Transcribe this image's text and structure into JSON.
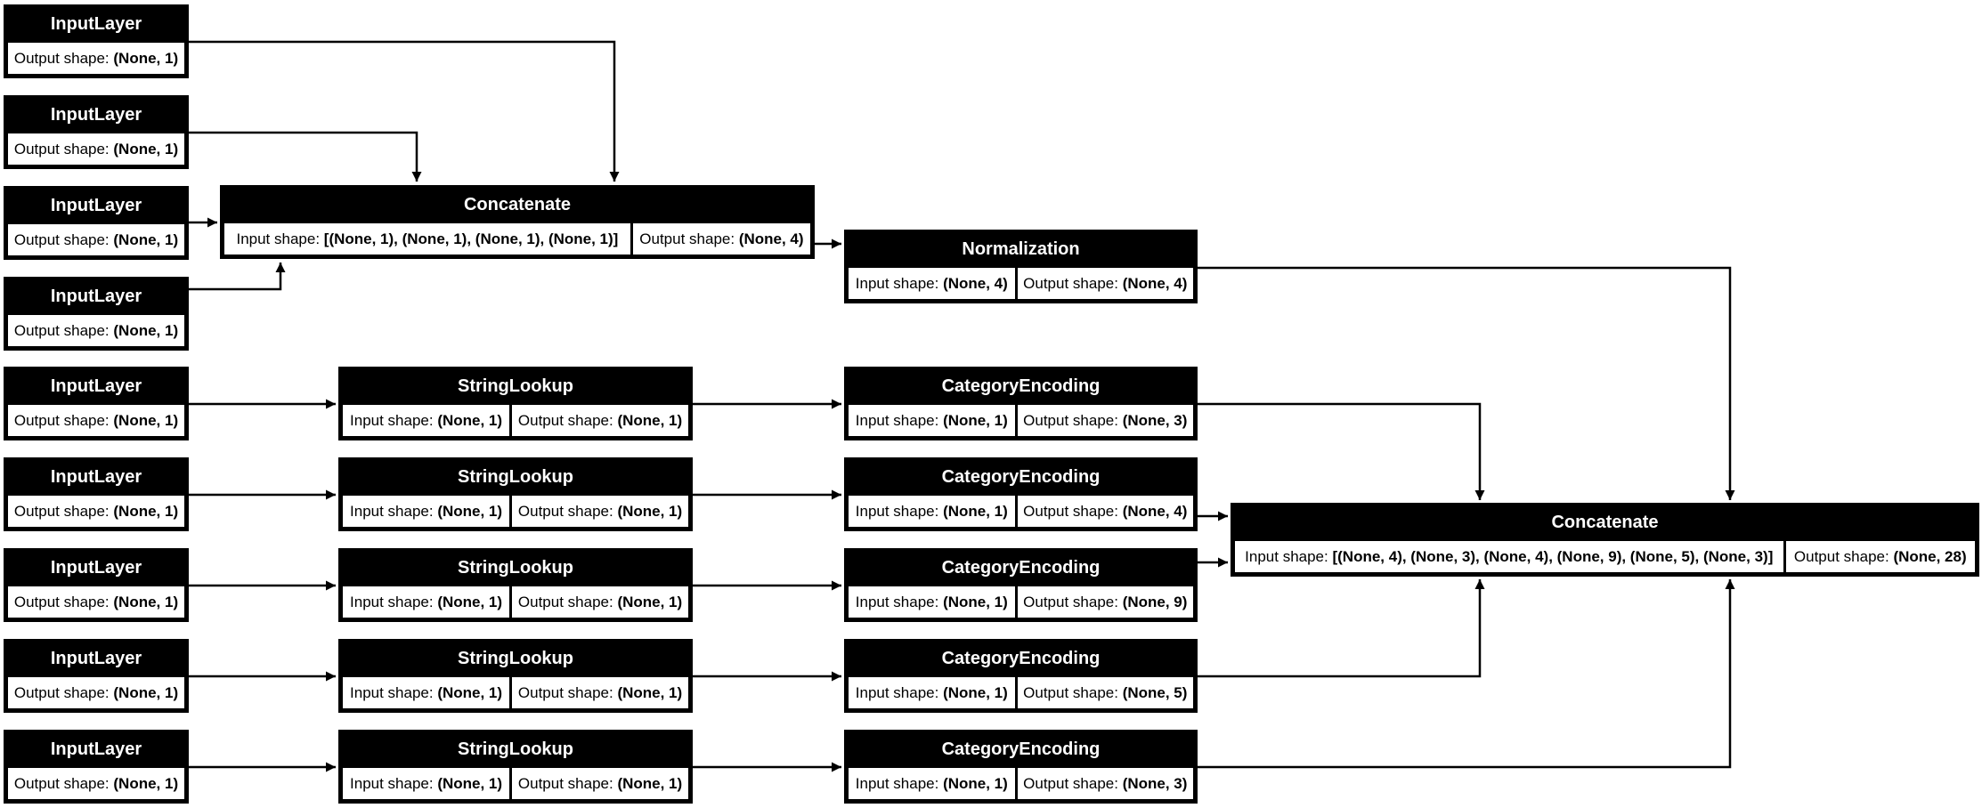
{
  "labels": {
    "input_shape": "Input shape: ",
    "output_shape": "Output shape: "
  },
  "colors": {
    "node_header_bg": "#000000",
    "node_header_text": "#ffffff",
    "node_body_bg": "#ffffff",
    "edge": "#000000",
    "background": "#ffffff"
  },
  "nodes": {
    "input_1": {
      "title": "InputLayer",
      "output_shape": "(None, 1)"
    },
    "input_2": {
      "title": "InputLayer",
      "output_shape": "(None, 1)"
    },
    "input_3": {
      "title": "InputLayer",
      "output_shape": "(None, 1)"
    },
    "input_4": {
      "title": "InputLayer",
      "output_shape": "(None, 1)"
    },
    "input_5": {
      "title": "InputLayer",
      "output_shape": "(None, 1)"
    },
    "input_6": {
      "title": "InputLayer",
      "output_shape": "(None, 1)"
    },
    "input_7": {
      "title": "InputLayer",
      "output_shape": "(None, 1)"
    },
    "input_8": {
      "title": "InputLayer",
      "output_shape": "(None, 1)"
    },
    "input_9": {
      "title": "InputLayer",
      "output_shape": "(None, 1)"
    },
    "concatenate_1": {
      "title": "Concatenate",
      "input_shape": "[(None, 1), (None, 1), (None, 1), (None, 1)]",
      "output_shape": "(None, 4)"
    },
    "normalization": {
      "title": "Normalization",
      "input_shape": "(None, 4)",
      "output_shape": "(None, 4)"
    },
    "string_lookup_1": {
      "title": "StringLookup",
      "input_shape": "(None, 1)",
      "output_shape": "(None, 1)"
    },
    "string_lookup_2": {
      "title": "StringLookup",
      "input_shape": "(None, 1)",
      "output_shape": "(None, 1)"
    },
    "string_lookup_3": {
      "title": "StringLookup",
      "input_shape": "(None, 1)",
      "output_shape": "(None, 1)"
    },
    "string_lookup_4": {
      "title": "StringLookup",
      "input_shape": "(None, 1)",
      "output_shape": "(None, 1)"
    },
    "string_lookup_5": {
      "title": "StringLookup",
      "input_shape": "(None, 1)",
      "output_shape": "(None, 1)"
    },
    "category_encoding_1": {
      "title": "CategoryEncoding",
      "input_shape": "(None, 1)",
      "output_shape": "(None, 3)"
    },
    "category_encoding_2": {
      "title": "CategoryEncoding",
      "input_shape": "(None, 1)",
      "output_shape": "(None, 4)"
    },
    "category_encoding_3": {
      "title": "CategoryEncoding",
      "input_shape": "(None, 1)",
      "output_shape": "(None, 9)"
    },
    "category_encoding_4": {
      "title": "CategoryEncoding",
      "input_shape": "(None, 1)",
      "output_shape": "(None, 5)"
    },
    "category_encoding_5": {
      "title": "CategoryEncoding",
      "input_shape": "(None, 1)",
      "output_shape": "(None, 3)"
    },
    "concatenate_2": {
      "title": "Concatenate",
      "input_shape": "[(None, 4), (None, 3), (None, 4), (None, 9), (None, 5), (None, 3)]",
      "output_shape": "(None, 28)"
    }
  },
  "edges": [
    {
      "from": "input_1",
      "to": "concatenate_1"
    },
    {
      "from": "input_2",
      "to": "concatenate_1"
    },
    {
      "from": "input_3",
      "to": "concatenate_1"
    },
    {
      "from": "input_4",
      "to": "concatenate_1"
    },
    {
      "from": "concatenate_1",
      "to": "normalization"
    },
    {
      "from": "normalization",
      "to": "concatenate_2"
    },
    {
      "from": "input_5",
      "to": "string_lookup_1"
    },
    {
      "from": "string_lookup_1",
      "to": "category_encoding_1"
    },
    {
      "from": "category_encoding_1",
      "to": "concatenate_2"
    },
    {
      "from": "input_6",
      "to": "string_lookup_2"
    },
    {
      "from": "string_lookup_2",
      "to": "category_encoding_2"
    },
    {
      "from": "category_encoding_2",
      "to": "concatenate_2"
    },
    {
      "from": "input_7",
      "to": "string_lookup_3"
    },
    {
      "from": "string_lookup_3",
      "to": "category_encoding_3"
    },
    {
      "from": "category_encoding_3",
      "to": "concatenate_2"
    },
    {
      "from": "input_8",
      "to": "string_lookup_4"
    },
    {
      "from": "string_lookup_4",
      "to": "category_encoding_4"
    },
    {
      "from": "category_encoding_4",
      "to": "concatenate_2"
    },
    {
      "from": "input_9",
      "to": "string_lookup_5"
    },
    {
      "from": "string_lookup_5",
      "to": "category_encoding_5"
    },
    {
      "from": "category_encoding_5",
      "to": "concatenate_2"
    }
  ]
}
